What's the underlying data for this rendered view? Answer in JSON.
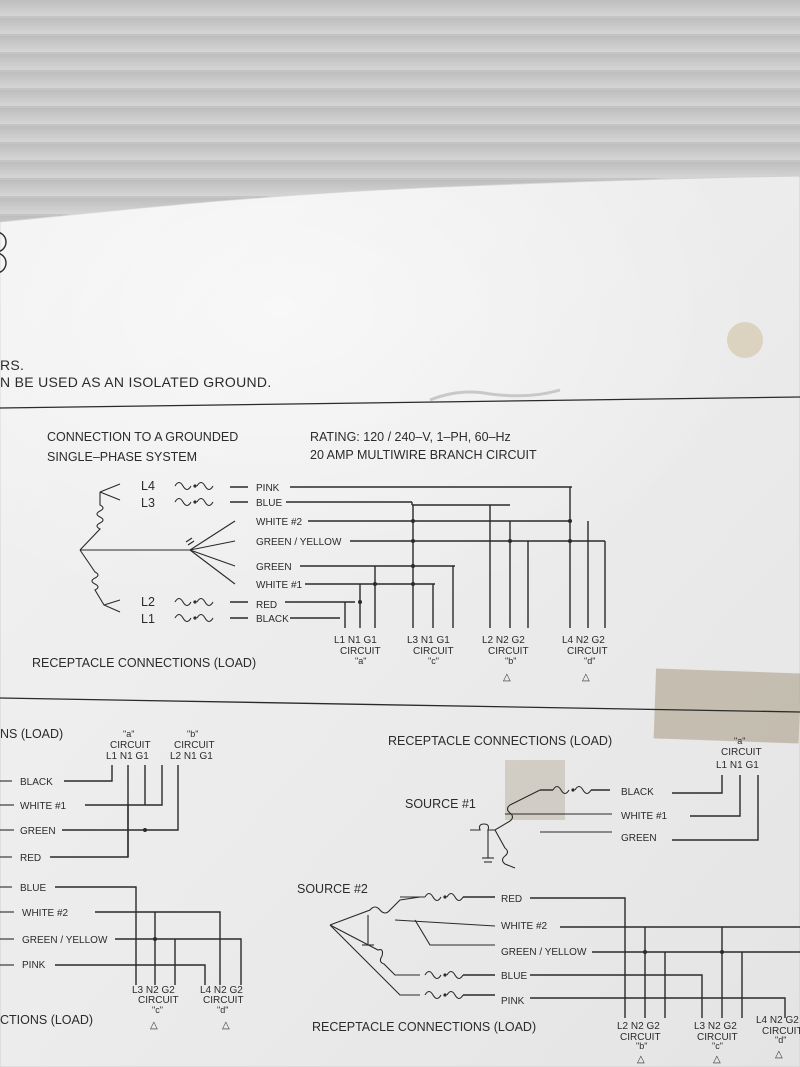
{
  "colors": {
    "backdrop": "#c4c4c4",
    "paper": "#eeeeee",
    "ink": "#2a2a2a",
    "tape": "#a79a82"
  },
  "header": {
    "line1_fragment": "RS.",
    "line2_fragment": "N BE USED AS AN ISOLATED GROUND."
  },
  "top": {
    "left_title_1": "CONNECTION TO A GROUNDED",
    "left_title_2": "SINGLE–PHASE SYSTEM",
    "rating": "RATING: 120 / 240–V, 1–PH, 60–Hz",
    "circuit": "20 AMP MULTIWIRE BRANCH CIRCUIT",
    "lines": [
      "L4",
      "L3",
      "L2",
      "L1"
    ],
    "wires": [
      "PINK",
      "BLUE",
      "WHITE #2",
      "GREEN / YELLOW",
      "GREEN",
      "WHITE #1",
      "RED",
      "BLACK"
    ],
    "groups": [
      {
        "terms": "L1  N1  G1",
        "label": "CIRCUIT",
        "id": "\"a\"",
        "mark": ""
      },
      {
        "terms": "L3  N1  G1",
        "label": "CIRCUIT",
        "id": "\"c\"",
        "mark": ""
      },
      {
        "terms": "L2  N2  G2",
        "label": "CIRCUIT",
        "id": "\"b\"",
        "mark": "△"
      },
      {
        "terms": "L4  N2  G2",
        "label": "CIRCUIT",
        "id": "\"d\"",
        "mark": "△"
      }
    ],
    "footer": "RECEPTACLE CONNECTIONS (LOAD)"
  },
  "bottom_left": {
    "header": "NS (LOAD)",
    "wires": [
      "BLACK",
      "WHITE #1",
      "GREEN",
      "RED",
      "BLUE",
      "WHITE #2",
      "GREEN / YELLOW",
      "PINK"
    ],
    "top_groups": [
      {
        "id": "\"a\"",
        "label": "CIRCUIT",
        "terms": "L1 N1 G1"
      },
      {
        "id": "\"b\"",
        "label": "CIRCUIT",
        "terms": "L2 N1 G1"
      }
    ],
    "bottom_groups": [
      {
        "terms": "L3 N2 G2",
        "label": "CIRCUIT",
        "id": "\"c\"",
        "mark": "△"
      },
      {
        "terms": "L4 N2 G2",
        "label": "CIRCUIT",
        "id": "\"d\"",
        "mark": "△"
      }
    ],
    "footer": "CTIONS (LOAD)"
  },
  "bottom_right": {
    "header": "RECEPTACLE CONNECTIONS (LOAD)",
    "source1": "SOURCE #1",
    "source2": "SOURCE #2",
    "wires1": [
      "BLACK",
      "WHITE #1",
      "GREEN"
    ],
    "wires2": [
      "RED",
      "WHITE #2",
      "GREEN / YELLOW",
      "BLUE",
      "PINK"
    ],
    "top_group": {
      "id": "\"a\"",
      "label": "CIRCUIT",
      "terms": "L1 N1 G1"
    },
    "bottom_groups": [
      {
        "terms": "L2 N2 G2",
        "label": "CIRCUIT",
        "id": "\"b\"",
        "mark": "△"
      },
      {
        "terms": "L3 N2 G2",
        "label": "CIRCUIT",
        "id": "\"c\"",
        "mark": "△"
      },
      {
        "terms": "L4 N2 G2",
        "label": "CIRCUIT",
        "id": "\"d\"",
        "mark": "△"
      }
    ],
    "footer": "RECEPTACLE CONNECTIONS (LOAD)"
  }
}
